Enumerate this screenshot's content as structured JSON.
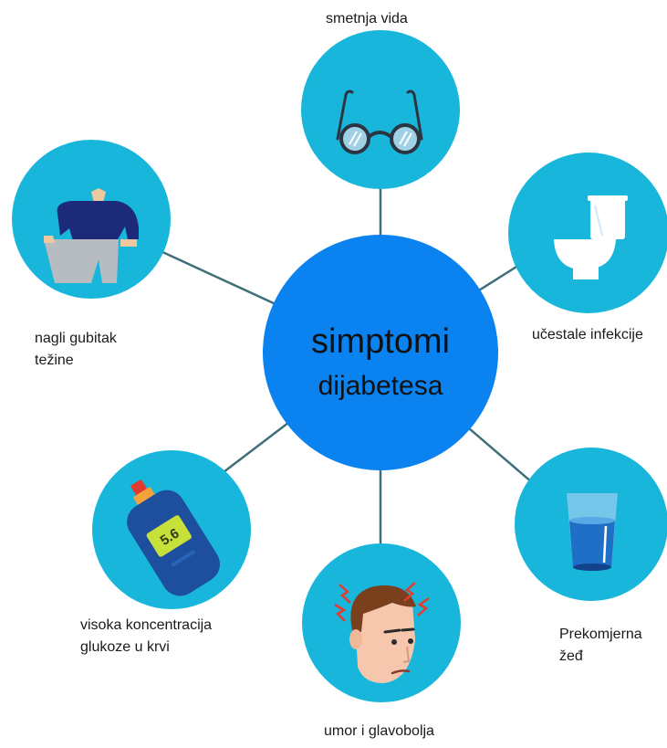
{
  "center": {
    "line1": "simptomi",
    "line2": "dijabetesa"
  },
  "symptoms": {
    "vision": "smetnja vida",
    "infections": "učestale infekcije",
    "thirst_line1": "Prekomjerna",
    "thirst_line2": "žeđ",
    "fatigue": "umor i glavobolja",
    "glucose_line1": "visoka koncentracija",
    "glucose_line2": "glukoze u krvi",
    "weight_line1": "nagli gubitak",
    "weight_line2": "težine"
  },
  "meter_reading": "5.6",
  "colors": {
    "center_circle": "#0a82f0",
    "symptom_circle": "#18b6db",
    "connector": "#3f6f78"
  }
}
